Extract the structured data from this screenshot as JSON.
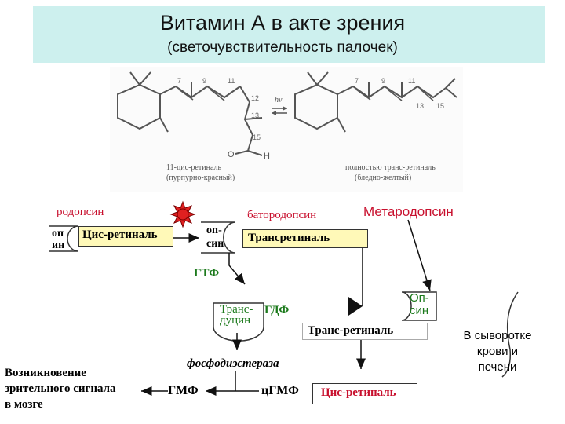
{
  "header": {
    "title": "Витамин А в акте зрения",
    "subtitle": "(светочувствительность палочек)"
  },
  "figure": {
    "left_caption_line1": "11-цис-ретиналь",
    "left_caption_line2": "(пурпурно-красный)",
    "right_caption_line1": "полностью транс-ретиналь",
    "right_caption_line2": "(бледно-желтый)",
    "hv_label": "hν",
    "atom_labels": {
      "left": [
        "7",
        "9",
        "11",
        "12",
        "13",
        "15"
      ],
      "right": [
        "7",
        "9",
        "11",
        "13",
        "15"
      ],
      "oxygen": "O",
      "hydrogen": "H"
    }
  },
  "diagram": {
    "rhodopsin_label": "родопсин",
    "opsin_left": "оп-ин",
    "opsin_left_top": "оп",
    "opsin_left_bottom": "ин",
    "cis_retinal_box": "Цис-ретиналь",
    "bathorhodopsin_label": "батородопсин",
    "opsin_mid_top": "оп-",
    "opsin_mid_bottom": "син",
    "trans_retinal_box": "Трансретиналь",
    "metarhodopsin_label": "Метародопсин",
    "gtf_label": "ГТФ",
    "transducin_top": "Транс-",
    "transducin_bottom": "дуцин",
    "gdf_label": "ГДФ",
    "opsin_right_top": "Оп-",
    "opsin_right_bottom": "син",
    "trans_retinal_label": "Транс-ретиналь",
    "serum_note_line1": "В сыворотке",
    "serum_note_line2": "крови и",
    "serum_note_line3": "печени",
    "phosphodiesterase_label": "фосфодиэстераза",
    "gmf_label": "ГМФ",
    "cgmf_label": "цГМФ",
    "cis_retinal_bottom_box": "Цис-ретиналь",
    "signal_line1": "Возникновение",
    "signal_line2": "зрительного сигнала",
    "signal_line3": "в мозге"
  },
  "colors": {
    "header_bg": "#cdf0ee",
    "box_fill": "#fff9b8",
    "green_text": "#1c7a1c",
    "red_text": "#c8102e",
    "light_burst": "#e02020"
  }
}
